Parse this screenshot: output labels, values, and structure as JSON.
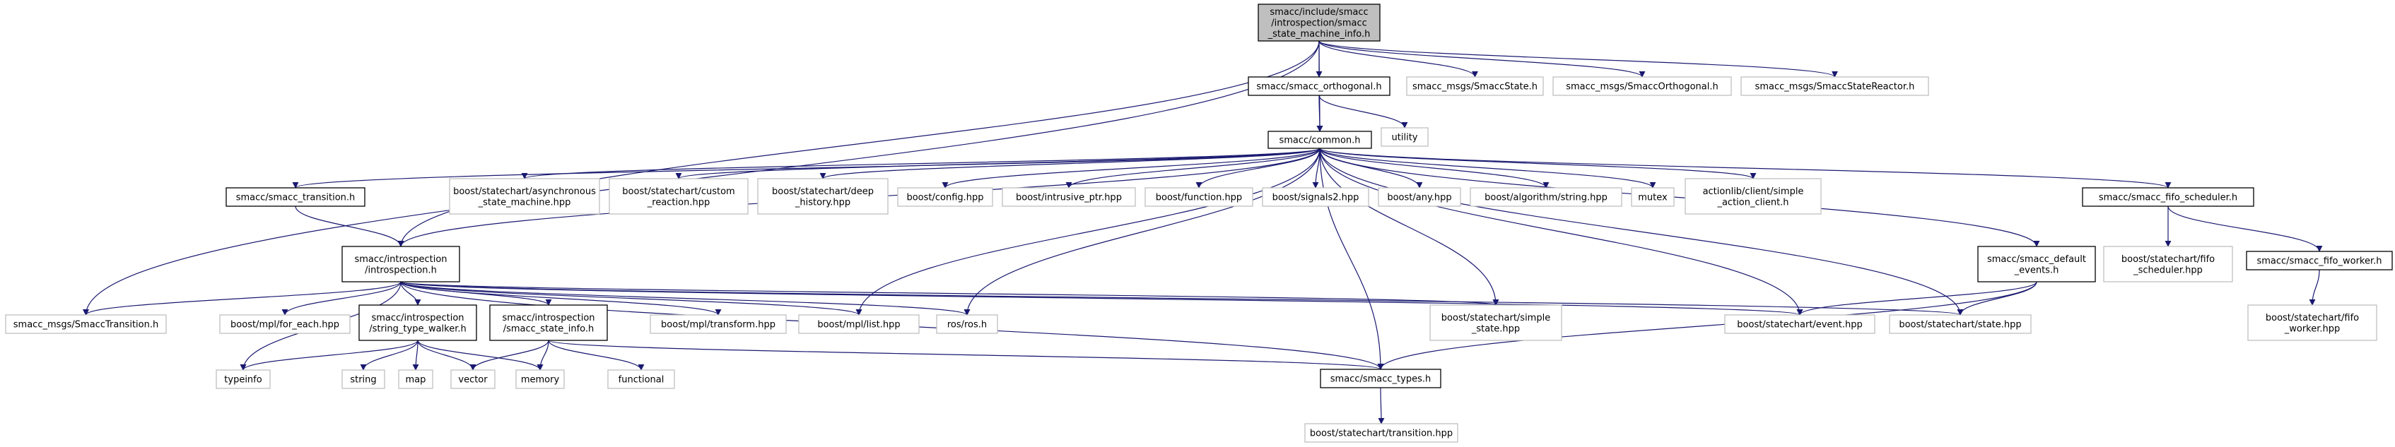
{
  "diagram": {
    "type": "include-dependency-graph",
    "colors": {
      "edge": "#191970",
      "edge_to_external": "#a9a9a9",
      "root_fill": "#bfbfbf",
      "root_border": "#000000",
      "node_fill": "#ffffff",
      "node_border": "#000000",
      "external_border": "#bfbfbf",
      "text": "#000000"
    },
    "nodes": [
      {
        "id": "root",
        "label": [
          "smacc/include/smacc",
          "/introspection/smacc",
          "_state_machine_info.h"
        ],
        "kind": "root"
      },
      {
        "id": "orthogonal",
        "label": [
          "smacc/smacc_orthogonal.h"
        ],
        "kind": "local"
      },
      {
        "id": "SmaccState",
        "label": [
          "smacc_msgs/SmaccState.h"
        ],
        "kind": "external"
      },
      {
        "id": "SmaccOrthogonal",
        "label": [
          "smacc_msgs/SmaccOrthogonal.h"
        ],
        "kind": "external"
      },
      {
        "id": "SmaccStateReactor",
        "label": [
          "smacc_msgs/SmaccStateReactor.h"
        ],
        "kind": "external"
      },
      {
        "id": "utility",
        "label": [
          "utility"
        ],
        "kind": "external"
      },
      {
        "id": "common",
        "label": [
          "smacc/common.h"
        ],
        "kind": "local"
      },
      {
        "id": "transition",
        "label": [
          "smacc/smacc_transition.h"
        ],
        "kind": "local"
      },
      {
        "id": "async_sm",
        "label": [
          "boost/statechart/asynchronous",
          "_state_machine.hpp"
        ],
        "kind": "external"
      },
      {
        "id": "custom_reaction",
        "label": [
          "boost/statechart/custom",
          "_reaction.hpp"
        ],
        "kind": "external"
      },
      {
        "id": "deep_history",
        "label": [
          "boost/statechart/deep",
          "_history.hpp"
        ],
        "kind": "external"
      },
      {
        "id": "config",
        "label": [
          "boost/config.hpp"
        ],
        "kind": "external"
      },
      {
        "id": "intrusive_ptr",
        "label": [
          "boost/intrusive_ptr.hpp"
        ],
        "kind": "external"
      },
      {
        "id": "function",
        "label": [
          "boost/function.hpp"
        ],
        "kind": "external"
      },
      {
        "id": "signals2",
        "label": [
          "boost/signals2.hpp"
        ],
        "kind": "external"
      },
      {
        "id": "any",
        "label": [
          "boost/any.hpp"
        ],
        "kind": "external"
      },
      {
        "id": "algo_string",
        "label": [
          "boost/algorithm/string.hpp"
        ],
        "kind": "external"
      },
      {
        "id": "mutex",
        "label": [
          "mutex"
        ],
        "kind": "external"
      },
      {
        "id": "action_client",
        "label": [
          "actionlib/client/simple",
          "_action_client.h"
        ],
        "kind": "external"
      },
      {
        "id": "fifo_scheduler",
        "label": [
          "smacc/smacc_fifo_scheduler.h"
        ],
        "kind": "local"
      },
      {
        "id": "introspection",
        "label": [
          "smacc/introspection",
          "/introspection.h"
        ],
        "kind": "local"
      },
      {
        "id": "default_events",
        "label": [
          "smacc/smacc_default",
          "_events.h"
        ],
        "kind": "local"
      },
      {
        "id": "sc_fifo_scheduler",
        "label": [
          "boost/statechart/fifo",
          "_scheduler.hpp"
        ],
        "kind": "external"
      },
      {
        "id": "fifo_worker",
        "label": [
          "smacc/smacc_fifo_worker.h"
        ],
        "kind": "local"
      },
      {
        "id": "SmaccTransition",
        "label": [
          "smacc_msgs/SmaccTransition.h"
        ],
        "kind": "external"
      },
      {
        "id": "for_each",
        "label": [
          "boost/mpl/for_each.hpp"
        ],
        "kind": "external"
      },
      {
        "id": "type_walker",
        "label": [
          "smacc/introspection",
          "/string_type_walker.h"
        ],
        "kind": "local"
      },
      {
        "id": "state_info",
        "label": [
          "smacc/introspection",
          "/smacc_state_info.h"
        ],
        "kind": "local"
      },
      {
        "id": "mpl_transform",
        "label": [
          "boost/mpl/transform.hpp"
        ],
        "kind": "external"
      },
      {
        "id": "mpl_list",
        "label": [
          "boost/mpl/list.hpp"
        ],
        "kind": "external"
      },
      {
        "id": "ros",
        "label": [
          "ros/ros.h"
        ],
        "kind": "external"
      },
      {
        "id": "simple_state",
        "label": [
          "boost/statechart/simple",
          "_state.hpp"
        ],
        "kind": "external"
      },
      {
        "id": "event",
        "label": [
          "boost/statechart/event.hpp"
        ],
        "kind": "external"
      },
      {
        "id": "sc_state",
        "label": [
          "boost/statechart/state.hpp"
        ],
        "kind": "external"
      },
      {
        "id": "sc_fifo_worker",
        "label": [
          "boost/statechart/fifo",
          "_worker.hpp"
        ],
        "kind": "external"
      },
      {
        "id": "typeinfo",
        "label": [
          "typeinfo"
        ],
        "kind": "external"
      },
      {
        "id": "string",
        "label": [
          "string"
        ],
        "kind": "external"
      },
      {
        "id": "map",
        "label": [
          "map"
        ],
        "kind": "external"
      },
      {
        "id": "vector",
        "label": [
          "vector"
        ],
        "kind": "external"
      },
      {
        "id": "memory",
        "label": [
          "memory"
        ],
        "kind": "external"
      },
      {
        "id": "functional",
        "label": [
          "functional"
        ],
        "kind": "external"
      },
      {
        "id": "types",
        "label": [
          "smacc/smacc_types.h"
        ],
        "kind": "local"
      },
      {
        "id": "sc_transition",
        "label": [
          "boost/statechart/transition.hpp"
        ],
        "kind": "external"
      }
    ],
    "edges": [
      [
        "root",
        "orthogonal"
      ],
      [
        "root",
        "SmaccState"
      ],
      [
        "root",
        "SmaccOrthogonal"
      ],
      [
        "root",
        "SmaccStateReactor"
      ],
      [
        "root",
        "common"
      ],
      [
        "root",
        "introspection"
      ],
      [
        "root",
        "SmaccTransition"
      ],
      [
        "orthogonal",
        "common"
      ],
      [
        "orthogonal",
        "utility"
      ],
      [
        "common",
        "transition"
      ],
      [
        "common",
        "async_sm"
      ],
      [
        "common",
        "custom_reaction"
      ],
      [
        "common",
        "deep_history"
      ],
      [
        "common",
        "config"
      ],
      [
        "common",
        "intrusive_ptr"
      ],
      [
        "common",
        "function"
      ],
      [
        "common",
        "signals2"
      ],
      [
        "common",
        "any"
      ],
      [
        "common",
        "algo_string"
      ],
      [
        "common",
        "mutex"
      ],
      [
        "common",
        "action_client"
      ],
      [
        "common",
        "fifo_scheduler"
      ],
      [
        "common",
        "introspection"
      ],
      [
        "common",
        "default_events"
      ],
      [
        "common",
        "mpl_list"
      ],
      [
        "common",
        "ros"
      ],
      [
        "common",
        "simple_state"
      ],
      [
        "common",
        "event"
      ],
      [
        "common",
        "sc_state"
      ],
      [
        "common",
        "types"
      ],
      [
        "transition",
        "introspection"
      ],
      [
        "fifo_scheduler",
        "sc_fifo_scheduler"
      ],
      [
        "fifo_scheduler",
        "fifo_worker"
      ],
      [
        "fifo_worker",
        "sc_fifo_worker"
      ],
      [
        "default_events",
        "event"
      ],
      [
        "default_events",
        "sc_state"
      ],
      [
        "default_events",
        "types"
      ],
      [
        "introspection",
        "SmaccTransition"
      ],
      [
        "introspection",
        "for_each"
      ],
      [
        "introspection",
        "type_walker"
      ],
      [
        "introspection",
        "state_info"
      ],
      [
        "introspection",
        "mpl_transform"
      ],
      [
        "introspection",
        "mpl_list"
      ],
      [
        "introspection",
        "ros"
      ],
      [
        "introspection",
        "simple_state"
      ],
      [
        "introspection",
        "event"
      ],
      [
        "introspection",
        "sc_state"
      ],
      [
        "introspection",
        "typeinfo"
      ],
      [
        "introspection",
        "types"
      ],
      [
        "type_walker",
        "typeinfo"
      ],
      [
        "type_walker",
        "string"
      ],
      [
        "type_walker",
        "map"
      ],
      [
        "type_walker",
        "vector"
      ],
      [
        "type_walker",
        "memory"
      ],
      [
        "state_info",
        "vector"
      ],
      [
        "state_info",
        "memory"
      ],
      [
        "state_info",
        "functional"
      ],
      [
        "state_info",
        "types"
      ],
      [
        "types",
        "sc_transition"
      ]
    ]
  }
}
